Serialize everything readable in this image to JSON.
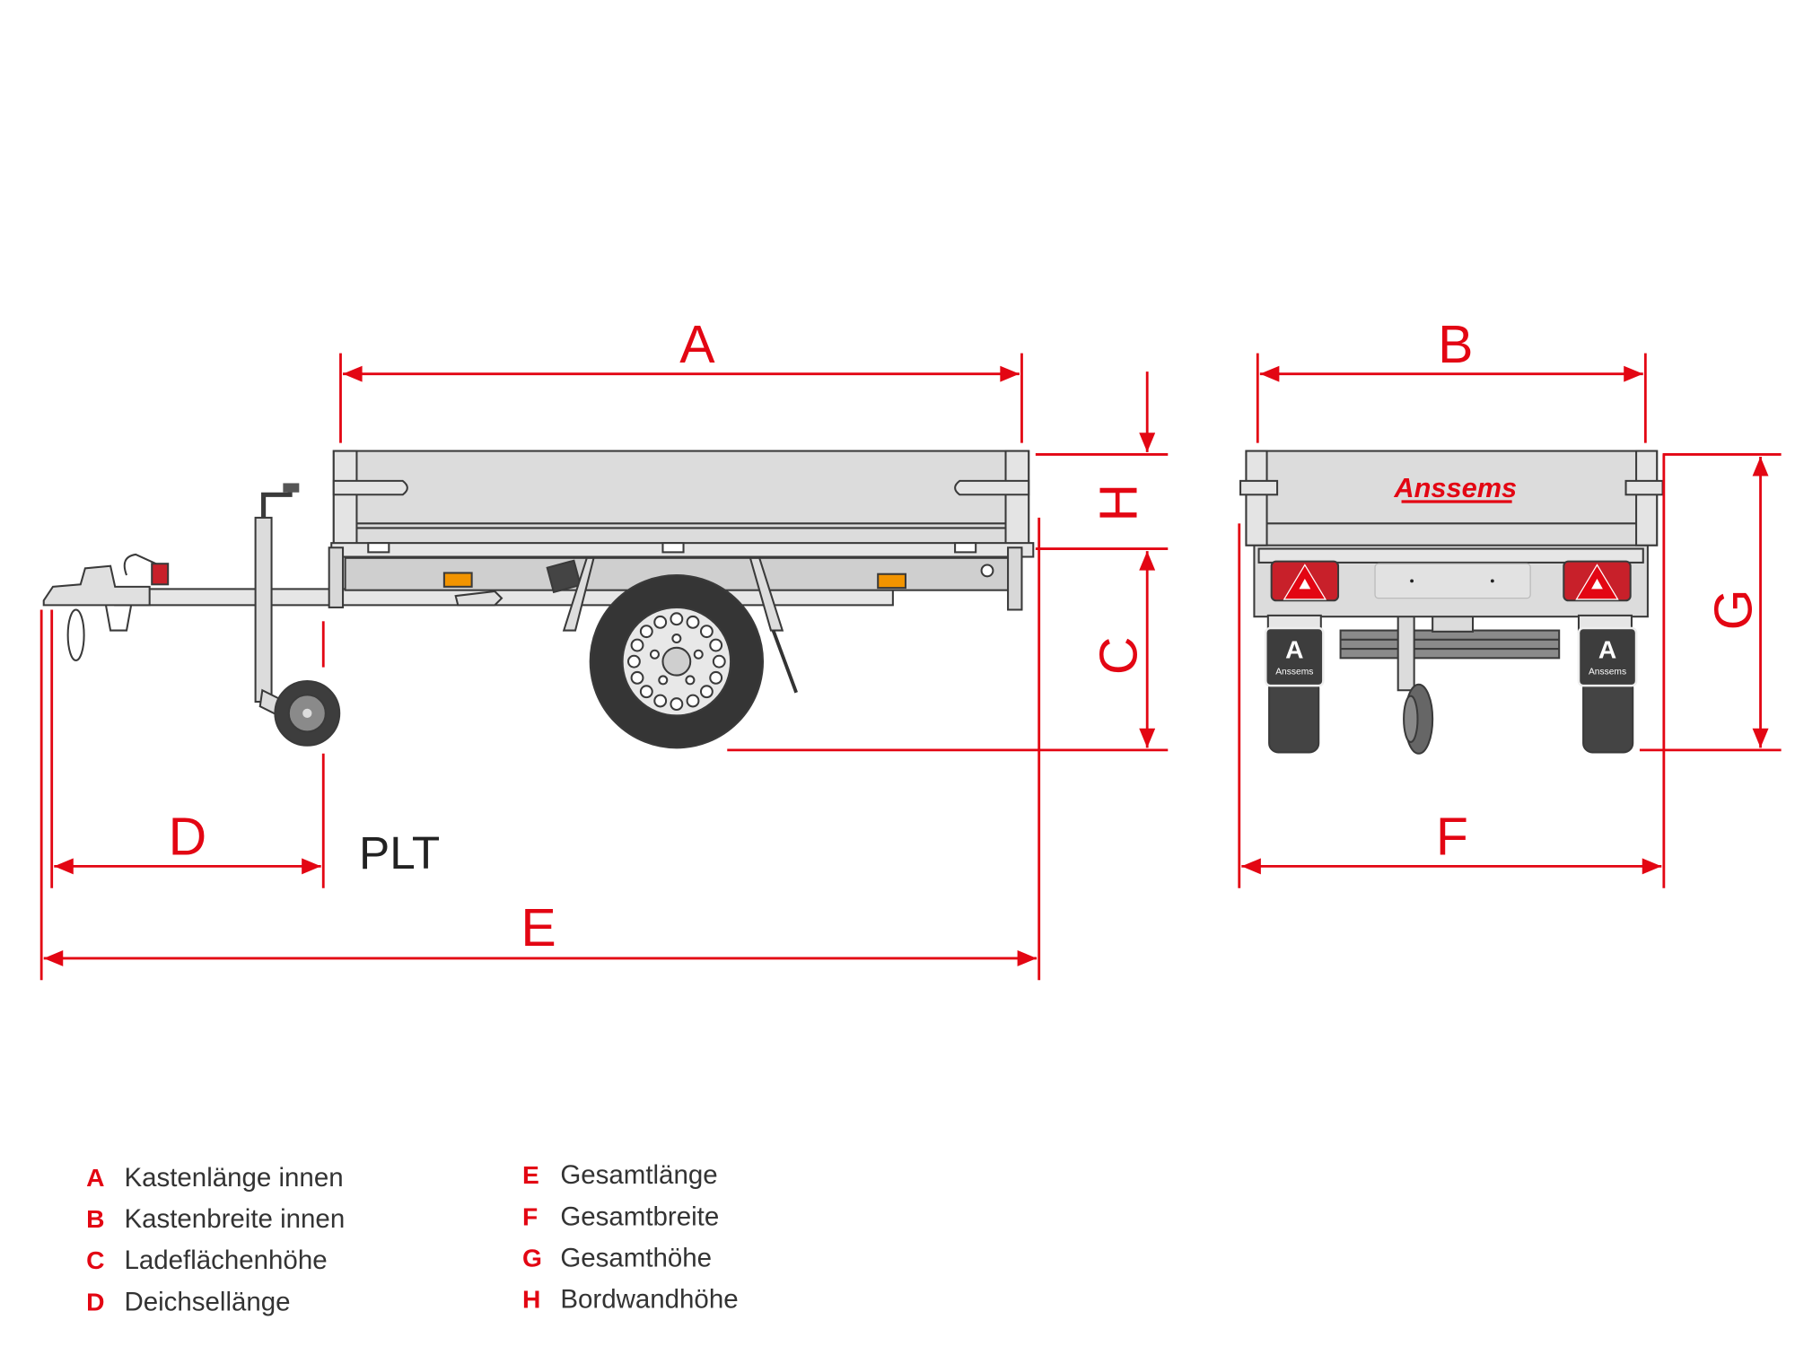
{
  "model": "PLT",
  "brand_logo": "Anssems",
  "accent_color": "#e30613",
  "dimensions": {
    "A": "A",
    "B": "B",
    "C": "C",
    "D": "D",
    "E": "E",
    "F": "F",
    "G": "G",
    "H": "H"
  },
  "legend": [
    {
      "letter": "A",
      "text": "Kastenlänge innen"
    },
    {
      "letter": "B",
      "text": "Kastenbreite innen"
    },
    {
      "letter": "C",
      "text": "Ladeflächenhöhe"
    },
    {
      "letter": "D",
      "text": "Deichsellänge"
    },
    {
      "letter": "E",
      "text": "Gesamtlänge"
    },
    {
      "letter": "F",
      "text": "Gesamtbreite"
    },
    {
      "letter": "G",
      "text": "Gesamthöhe"
    },
    {
      "letter": "H",
      "text": "Bordwandhöhe"
    }
  ]
}
